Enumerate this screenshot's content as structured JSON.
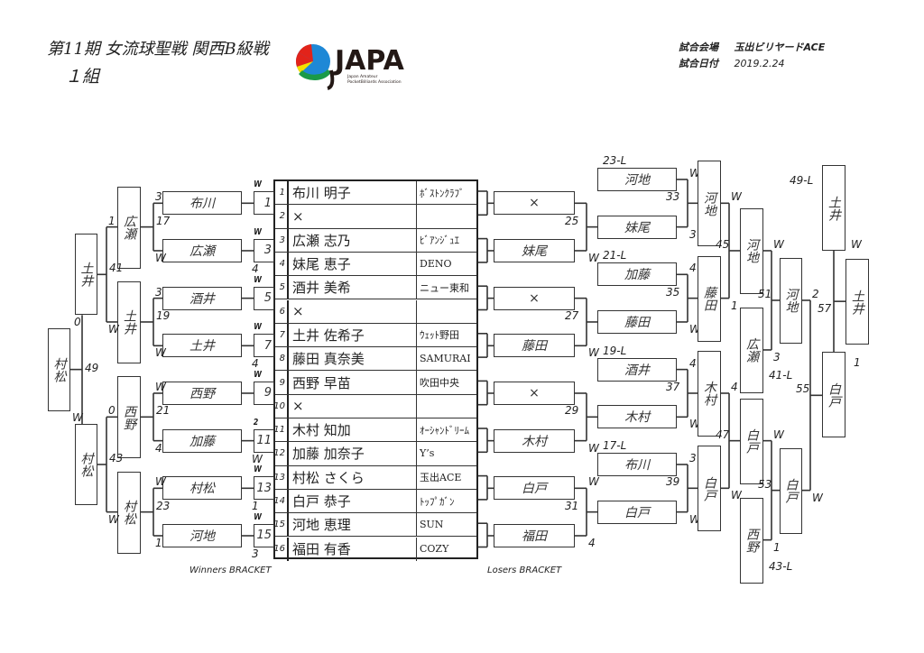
{
  "header": {
    "title": "第11期 女流球聖戦 関西B級戦",
    "group": "１組",
    "venue_label": "試合会場",
    "venue": "玉出ビリヤードACE",
    "date_label": "試合日付",
    "date": "2019.2.24"
  },
  "logo": {
    "text": "JAPA",
    "subtitle1": "Japan Amateur",
    "subtitle2": "PocketBilliards Association",
    "colors": {
      "red": "#e2231a",
      "blue": "#1e88d6",
      "yellow": "#f5e000",
      "green": "#1a9a48",
      "dark": "#231815"
    }
  },
  "entries": [
    {
      "no": "1",
      "name": "布川 明子",
      "club": "ﾎﾞｽﾄﾝｸﾗﾌﾞ"
    },
    {
      "no": "2",
      "name": "×",
      "club": ""
    },
    {
      "no": "3",
      "name": "広瀬 志乃",
      "club": "ﾋﾞｱﾝｼﾞｭｴ"
    },
    {
      "no": "4",
      "name": "妹尾 恵子",
      "club": "DENO"
    },
    {
      "no": "5",
      "name": "酒井 美希",
      "club": "ニュー東和"
    },
    {
      "no": "6",
      "name": "×",
      "club": ""
    },
    {
      "no": "7",
      "name": "土井 佐希子",
      "club": "ｳｪｯﾄ野田"
    },
    {
      "no": "8",
      "name": "藤田 真奈美",
      "club": "SAMURAI"
    },
    {
      "no": "9",
      "name": "西野 早苗",
      "club": "吹田中央"
    },
    {
      "no": "10",
      "name": "×",
      "club": ""
    },
    {
      "no": "11",
      "name": "木村 知加",
      "club": "ｵｰｼｬﾝﾄﾞﾘｰﾑ"
    },
    {
      "no": "12",
      "name": "加藤 加奈子",
      "club": "Y’s"
    },
    {
      "no": "13",
      "name": "村松 さくら",
      "club": "玉出ACE"
    },
    {
      "no": "14",
      "name": "白戸 恭子",
      "club": "ﾄｯﾌﾟｶﾞﾝ"
    },
    {
      "no": "15",
      "name": "河地 恵理",
      "club": "SUN"
    },
    {
      "no": "16",
      "name": "福田 有香",
      "club": "COZY"
    }
  ],
  "winners": {
    "label": "Winners BRACKET",
    "r1_matches": [
      {
        "no": "1",
        "top": "W",
        "bottom": ""
      },
      {
        "no": "3",
        "top": "W",
        "bottom": "4"
      },
      {
        "no": "5",
        "top": "W",
        "bottom": ""
      },
      {
        "no": "7",
        "top": "W",
        "bottom": "4"
      },
      {
        "no": "9",
        "top": "W",
        "bottom": ""
      },
      {
        "no": "11",
        "top": "2",
        "bottom": "W"
      },
      {
        "no": "13",
        "top": "W",
        "bottom": "1"
      },
      {
        "no": "15",
        "top": "W",
        "bottom": "3"
      }
    ],
    "r1_winners": [
      "布川",
      "広瀬",
      "酒井",
      "土井",
      "西野",
      "加藤",
      "村松",
      "河地"
    ],
    "r2_scores": [
      {
        "top": "3",
        "mid": "17",
        "bottom": "W"
      },
      {
        "top": "3",
        "mid": "19",
        "bottom": "W"
      },
      {
        "top": "W",
        "mid": "21",
        "bottom": "4"
      },
      {
        "top": "W",
        "mid": "23",
        "bottom": "1"
      }
    ],
    "r2_winners": [
      "広瀬",
      "土井",
      "西野",
      "村松"
    ],
    "r3_scores": [
      {
        "top": "1",
        "mid": "41",
        "bottom": "W"
      },
      {
        "top": "0",
        "mid": "43",
        "bottom": "W"
      }
    ],
    "r3_winners": [
      "土井",
      "村松"
    ],
    "final_score": {
      "top": "0",
      "mid": "49",
      "bottom": "W"
    },
    "champion": "村松"
  },
  "losers": {
    "label": "Losers BRACKET",
    "r1": [
      "×",
      "妹尾",
      "×",
      "藤田",
      "×",
      "木村",
      "白戸",
      "福田"
    ],
    "r1_scores": [
      {
        "top": "",
        "mid": "25",
        "bottom": "W"
      },
      {
        "top": "",
        "mid": "27",
        "bottom": "W"
      },
      {
        "top": "",
        "mid": "29",
        "bottom": "W"
      },
      {
        "top": "W",
        "mid": "31",
        "bottom": "4"
      }
    ],
    "r2_dropins": [
      {
        "label": "23-L",
        "name": "河地"
      },
      {
        "label": "21-L",
        "name": "加藤"
      },
      {
        "label": "19-L",
        "name": "酒井"
      },
      {
        "label": "17-L",
        "name": "布川"
      }
    ],
    "r2_winners": [
      "妹尾",
      "藤田",
      "木村",
      "白戸"
    ],
    "r2_scores": [
      {
        "top": "W",
        "mid": "33",
        "bottom": "3"
      },
      {
        "top": "4",
        "mid": "35",
        "bottom": "W"
      },
      {
        "top": "4",
        "mid": "37",
        "bottom": "W"
      },
      {
        "top": "3",
        "mid": "39",
        "bottom": "W"
      }
    ],
    "r3_winners": [
      "河地",
      "藤田",
      "木村",
      "白戸"
    ],
    "r3_scores": [
      {
        "top": "W",
        "mid": "45",
        "bottom": "1"
      },
      {
        "top": "4",
        "mid": "47",
        "bottom": "W"
      }
    ],
    "r4_winners": [
      "河地",
      "白戸"
    ],
    "r4_dropins": [
      {
        "label": "41-L",
        "name": "広瀬"
      },
      {
        "label": "43-L",
        "name": "西野"
      }
    ],
    "r4_scores": [
      {
        "top": "W",
        "mid": "51",
        "bottom": "3"
      },
      {
        "top": "W",
        "mid": "53",
        "bottom": "1"
      }
    ],
    "r5_winners": [
      "河地",
      "白戸"
    ],
    "r5_score": {
      "top": "2",
      "mid": "55",
      "bottom": "W"
    },
    "r6_winner": "白戸",
    "final_dropin": {
      "label": "49-L",
      "name": "土井"
    },
    "final_score": {
      "top": "W",
      "mid": "57",
      "bottom": "1"
    },
    "final_winner": "土井"
  }
}
